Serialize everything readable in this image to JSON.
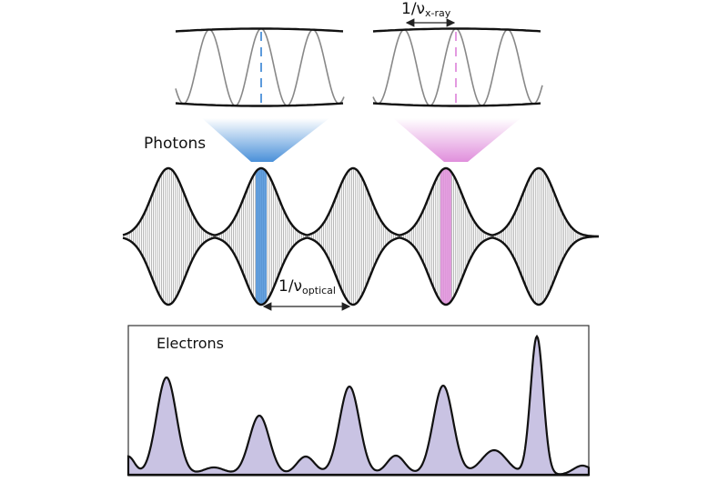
{
  "labels": {
    "photons": "Photons",
    "electrons": "Electrons",
    "xray_period_prefix": "1/ν",
    "xray_period_sub": "x-ray",
    "optical_period_prefix": "1/ν",
    "optical_period_sub": "optical"
  },
  "colors": {
    "blue": "#4a90d9",
    "pink": "#e08fdc",
    "electron_fill": "#c9c3e3",
    "wave": "#888888"
  }
}
